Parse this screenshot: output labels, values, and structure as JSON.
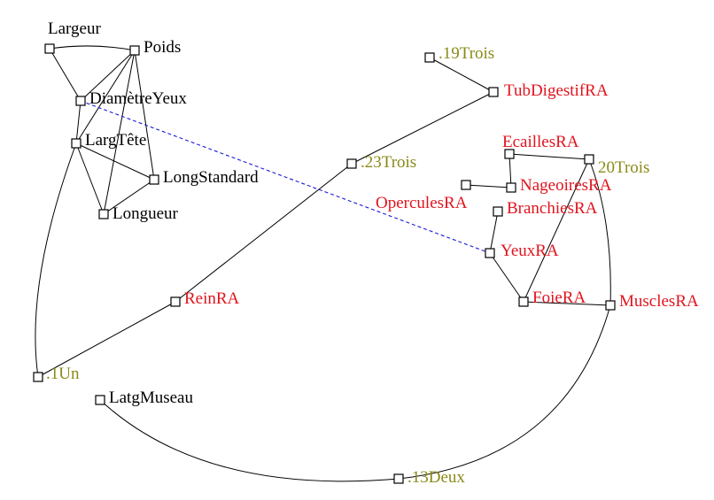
{
  "colors": {
    "black": "#000000",
    "red": "#e0141e",
    "olive": "#8a8a18",
    "blue": "#1a1ad6"
  },
  "nodes": [
    {
      "id": "largeur",
      "label": "Largeur",
      "color": "black"
    },
    {
      "id": "poids",
      "label": "Poids",
      "color": "black"
    },
    {
      "id": "diametreyeux",
      "label": "DiamètreYeux",
      "color": "black"
    },
    {
      "id": "largtete",
      "label": "LargTête",
      "color": "black"
    },
    {
      "id": "longstandard",
      "label": "LongStandard",
      "color": "black"
    },
    {
      "id": "longueur",
      "label": "Longueur",
      "color": "black"
    },
    {
      "id": "n19trois",
      "label": ".19Trois",
      "color": "olive"
    },
    {
      "id": "tubdigestif",
      "label": "TubDigestifRA",
      "color": "red"
    },
    {
      "id": "n23trois",
      "label": ".23Trois",
      "color": "olive"
    },
    {
      "id": "ecailles",
      "label": "EcaillesRA",
      "color": "red"
    },
    {
      "id": "n20trois",
      "label": "20Trois",
      "color": "olive"
    },
    {
      "id": "nageoires",
      "label": "NageoiresRA",
      "color": "red"
    },
    {
      "id": "operculesbox",
      "label": "",
      "color": "black"
    },
    {
      "id": "opercules",
      "label": "OperculesRA",
      "color": "red"
    },
    {
      "id": "branchies",
      "label": "BranchiesRA",
      "color": "red"
    },
    {
      "id": "yeux",
      "label": "YeuxRA",
      "color": "red"
    },
    {
      "id": "foie",
      "label": "FoieRA",
      "color": "red"
    },
    {
      "id": "muscles",
      "label": "MusclesRA",
      "color": "red"
    },
    {
      "id": "rein",
      "label": "ReinRA",
      "color": "red"
    },
    {
      "id": "n1un",
      "label": ".1Un",
      "color": "olive"
    },
    {
      "id": "latgmuseau",
      "label": "LatgMuseau",
      "color": "black"
    },
    {
      "id": "n13deux",
      "label": ".13Deux",
      "color": "olive"
    }
  ],
  "edges": [
    {
      "from": "largeur",
      "to": "poids",
      "style": "solid"
    },
    {
      "from": "largeur",
      "to": "diametreyeux",
      "style": "solid"
    },
    {
      "from": "poids",
      "to": "diametreyeux",
      "style": "solid"
    },
    {
      "from": "poids",
      "to": "largtete",
      "style": "solid"
    },
    {
      "from": "poids",
      "to": "longstandard",
      "style": "solid"
    },
    {
      "from": "poids",
      "to": "longueur",
      "style": "solid"
    },
    {
      "from": "diametreyeux",
      "to": "largtete",
      "style": "solid"
    },
    {
      "from": "largtete",
      "to": "longstandard",
      "style": "solid"
    },
    {
      "from": "largtete",
      "to": "longueur",
      "style": "solid"
    },
    {
      "from": "longueur",
      "to": "longstandard",
      "style": "solid"
    },
    {
      "from": "largtete",
      "to": "n1un",
      "style": "solid"
    },
    {
      "from": "n1un",
      "to": "rein",
      "style": "solid"
    },
    {
      "from": "rein",
      "to": "n23trois",
      "style": "solid"
    },
    {
      "from": "n23trois",
      "to": "tubdigestif",
      "style": "solid"
    },
    {
      "from": "n19trois",
      "to": "tubdigestif",
      "style": "solid"
    },
    {
      "from": "ecailles",
      "to": "n20trois",
      "style": "solid"
    },
    {
      "from": "ecailles",
      "to": "nageoires",
      "style": "solid"
    },
    {
      "from": "operculesbox",
      "to": "nageoires",
      "style": "solid"
    },
    {
      "from": "n20trois",
      "to": "foie",
      "style": "solid"
    },
    {
      "from": "n20trois",
      "to": "muscles",
      "style": "solid"
    },
    {
      "from": "branchies",
      "to": "yeux",
      "style": "solid"
    },
    {
      "from": "yeux",
      "to": "foie",
      "style": "solid"
    },
    {
      "from": "foie",
      "to": "muscles",
      "style": "solid"
    },
    {
      "from": "muscles",
      "to": "n13deux",
      "style": "solid"
    },
    {
      "from": "n13deux",
      "to": "latgmuseau",
      "style": "solid"
    },
    {
      "from": "diametreyeux",
      "to": "yeux",
      "style": "dashed"
    }
  ]
}
